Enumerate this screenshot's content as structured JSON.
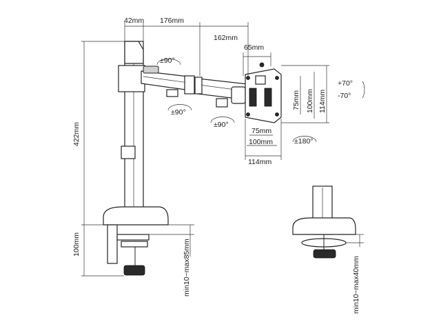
{
  "dimensions": {
    "offset_top": "42mm",
    "arm_1": "176mm",
    "arm_2": "162mm",
    "vesa_depth": "65mm",
    "pole_height": "422mm",
    "clamp_height": "100mm",
    "desk_clamp_range": "min10~max85mm",
    "grommet_range": "min10~max40mm",
    "vesa_small_w": "75mm",
    "vesa_large_w": "100mm",
    "plate_w": "114mm",
    "vesa_small_h": "75mm",
    "vesa_large_h": "100mm",
    "plate_h": "114mm"
  },
  "rotations": {
    "pole_joint": "±90°",
    "elbow_1": "±90°",
    "elbow_2": "±90°",
    "tilt_up": "+70°",
    "tilt_down": "-70°",
    "swivel": "±180°"
  }
}
